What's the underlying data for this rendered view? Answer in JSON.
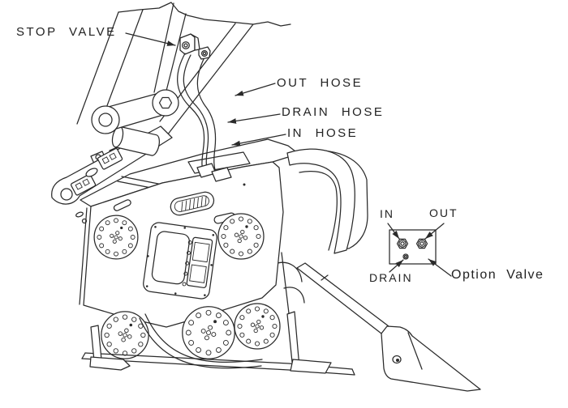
{
  "diagram": {
    "background": "#ffffff",
    "line_color": "#2a2a2a",
    "labels": {
      "stop_valve": "STOP VALVE",
      "out_hose": "OUT HOSE",
      "drain_hose": "DRAIN HOSE",
      "in_hose": "IN HOSE"
    },
    "option_valve": {
      "in_port": "IN",
      "out_port": "OUT",
      "drain_port": "DRAIN",
      "caption": "Option Valve"
    }
  }
}
